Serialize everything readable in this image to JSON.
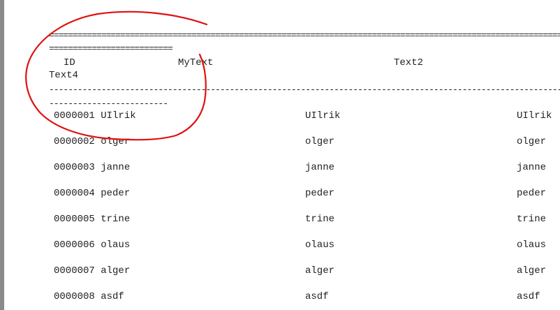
{
  "report": {
    "rule_equals": "==============================================================================================================================",
    "rule_equals_wrap": "==========================",
    "rule_dashes": "------------------------------------------------------------------------------------------------------------------------------",
    "rule_dashes_wrap": "-------------------------",
    "headers": {
      "id": "ID",
      "mytext": "MyText",
      "text2": "Text2",
      "text4": "Text4"
    },
    "rows": [
      {
        "id_name": "0000001 UIlrik",
        "text2": "UIlrik",
        "text4": "UIlrik"
      },
      {
        "id_name": "0000002 olger",
        "text2": "olger",
        "text4": "olger"
      },
      {
        "id_name": "0000003 janne",
        "text2": "janne",
        "text4": "janne"
      },
      {
        "id_name": "0000004 peder",
        "text2": "peder",
        "text4": "peder"
      },
      {
        "id_name": "0000005 trine",
        "text2": "trine",
        "text4": "trine"
      },
      {
        "id_name": "0000006 olaus",
        "text2": "olaus",
        "text4": "olaus"
      },
      {
        "id_name": "0000007 alger",
        "text2": "alger",
        "text4": "alger"
      },
      {
        "id_name": "0000008 asdf",
        "text2": "asdf",
        "text4": "asdf"
      }
    ]
  },
  "annotation": {
    "color": "#e01010"
  }
}
